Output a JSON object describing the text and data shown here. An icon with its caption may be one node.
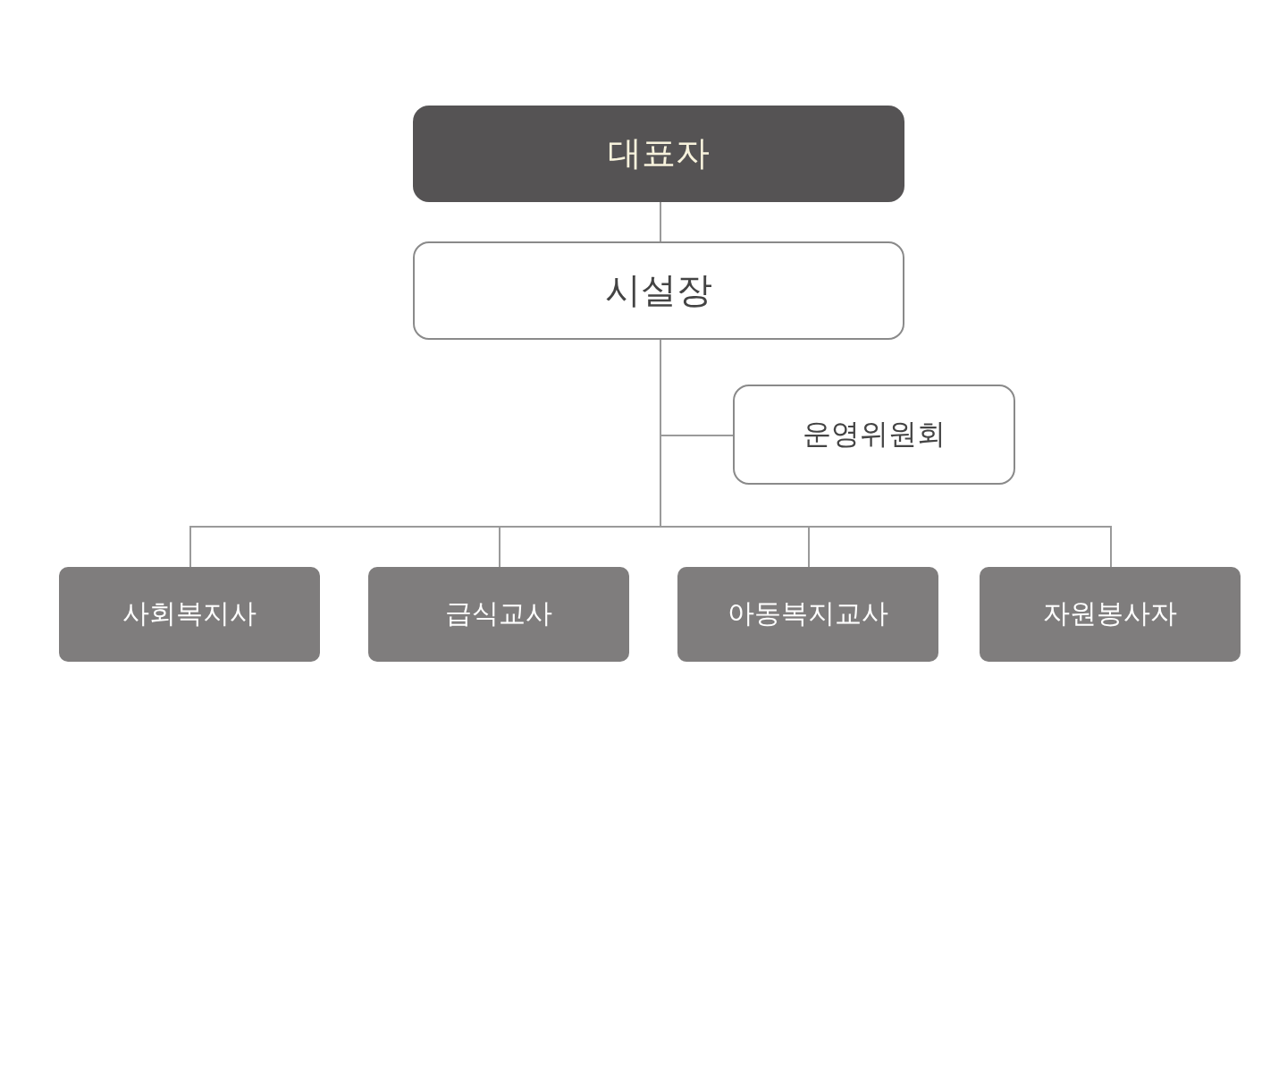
{
  "diagram": {
    "nodes": [
      {
        "text": [
          "대표자"
        ]
      },
      {
        "text": [
          "시설장"
        ]
      },
      {
        "text": [
          "운영위원회"
        ]
      },
      {
        "text": [
          "사회복지사"
        ]
      },
      {
        "text": [
          "급식교사"
        ]
      },
      {
        "text": [
          "아동복지교사"
        ]
      },
      {
        "text": [
          "자원봉사자"
        ]
      }
    ],
    "edges": [
      {
        "from": 0,
        "to": 1,
        "arrow": "none"
      },
      {
        "from": 1,
        "to": 2,
        "arrow": "none"
      },
      {
        "from": 1,
        "to": 3,
        "arrow": "none"
      },
      {
        "from": 1,
        "to": 4,
        "arrow": "none"
      },
      {
        "from": 1,
        "to": 5,
        "arrow": "none"
      },
      {
        "from": 1,
        "to": 6,
        "arrow": "none"
      }
    ]
  }
}
